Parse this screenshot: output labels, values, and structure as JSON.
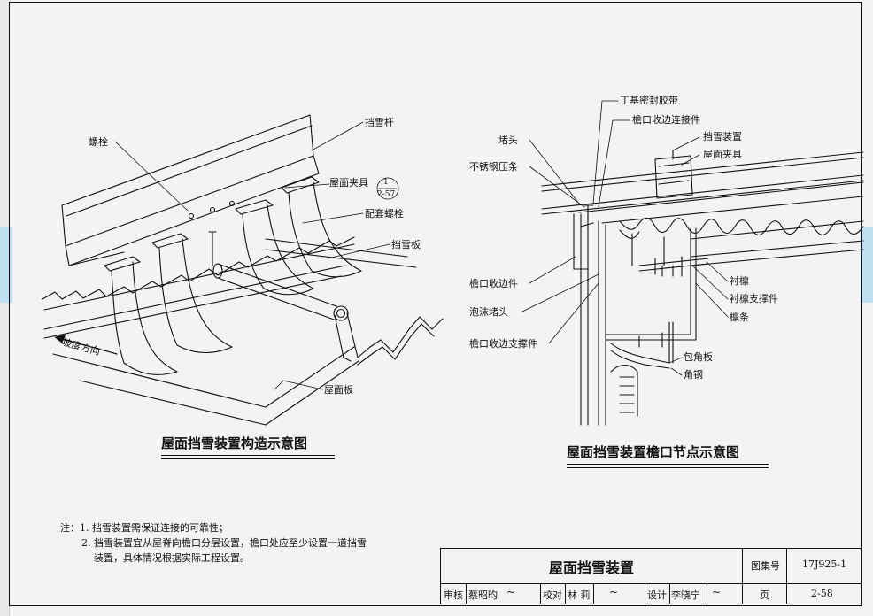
{
  "left_diagram": {
    "labels": {
      "bolt": "螺栓",
      "snow_rod": "挡雪杆",
      "roof_clamp": "屋面夹具",
      "ref_top": "1",
      "ref_bottom": "2-57",
      "matching_bolt": "配套螺栓",
      "snow_plate": "挡雪板",
      "slope_dir": "坡度方向",
      "roof_panel": "屋面板"
    },
    "caption": "屋面挡雪装置构造示意图"
  },
  "right_diagram": {
    "labels": {
      "butyl_tape": "丁基密封胶带",
      "eave_connector": "檐口收边连接件",
      "end_plug": "堵头",
      "snow_device": "挡雪装置",
      "ss_strip": "不锈钢压条",
      "roof_clamp": "屋面夹具",
      "eave_trim": "檐口收边件",
      "foam_plug": "泡沫堵头",
      "eave_support": "檐口收边支撑件",
      "liner_purlin": "衬檩",
      "liner_purlin_support": "衬檩支撑件",
      "purlin": "檩条",
      "corner_wrap": "包角板",
      "angle_steel": "角钢"
    },
    "caption": "屋面挡雪装置檐口节点示意图"
  },
  "notes": {
    "line1": "注：1. 挡雪装置需保证连接的可靠性；",
    "line2": "2. 挡雪装置宜从屋脊向檐口分层设置，檐口处应至少设置一道挡雪",
    "line3": "装置，具体情况根据实际工程设置。"
  },
  "title_block": {
    "title": "屋面挡雪装置",
    "atlas_label": "图集号",
    "atlas_value": "17J925-1",
    "review_label": "审核",
    "reviewer": "蔡昭昀",
    "check_label": "校对",
    "checker": "林 莉",
    "design_label": "设计",
    "designer": "李晓宁",
    "page_label": "页",
    "page_value": "2-58"
  }
}
